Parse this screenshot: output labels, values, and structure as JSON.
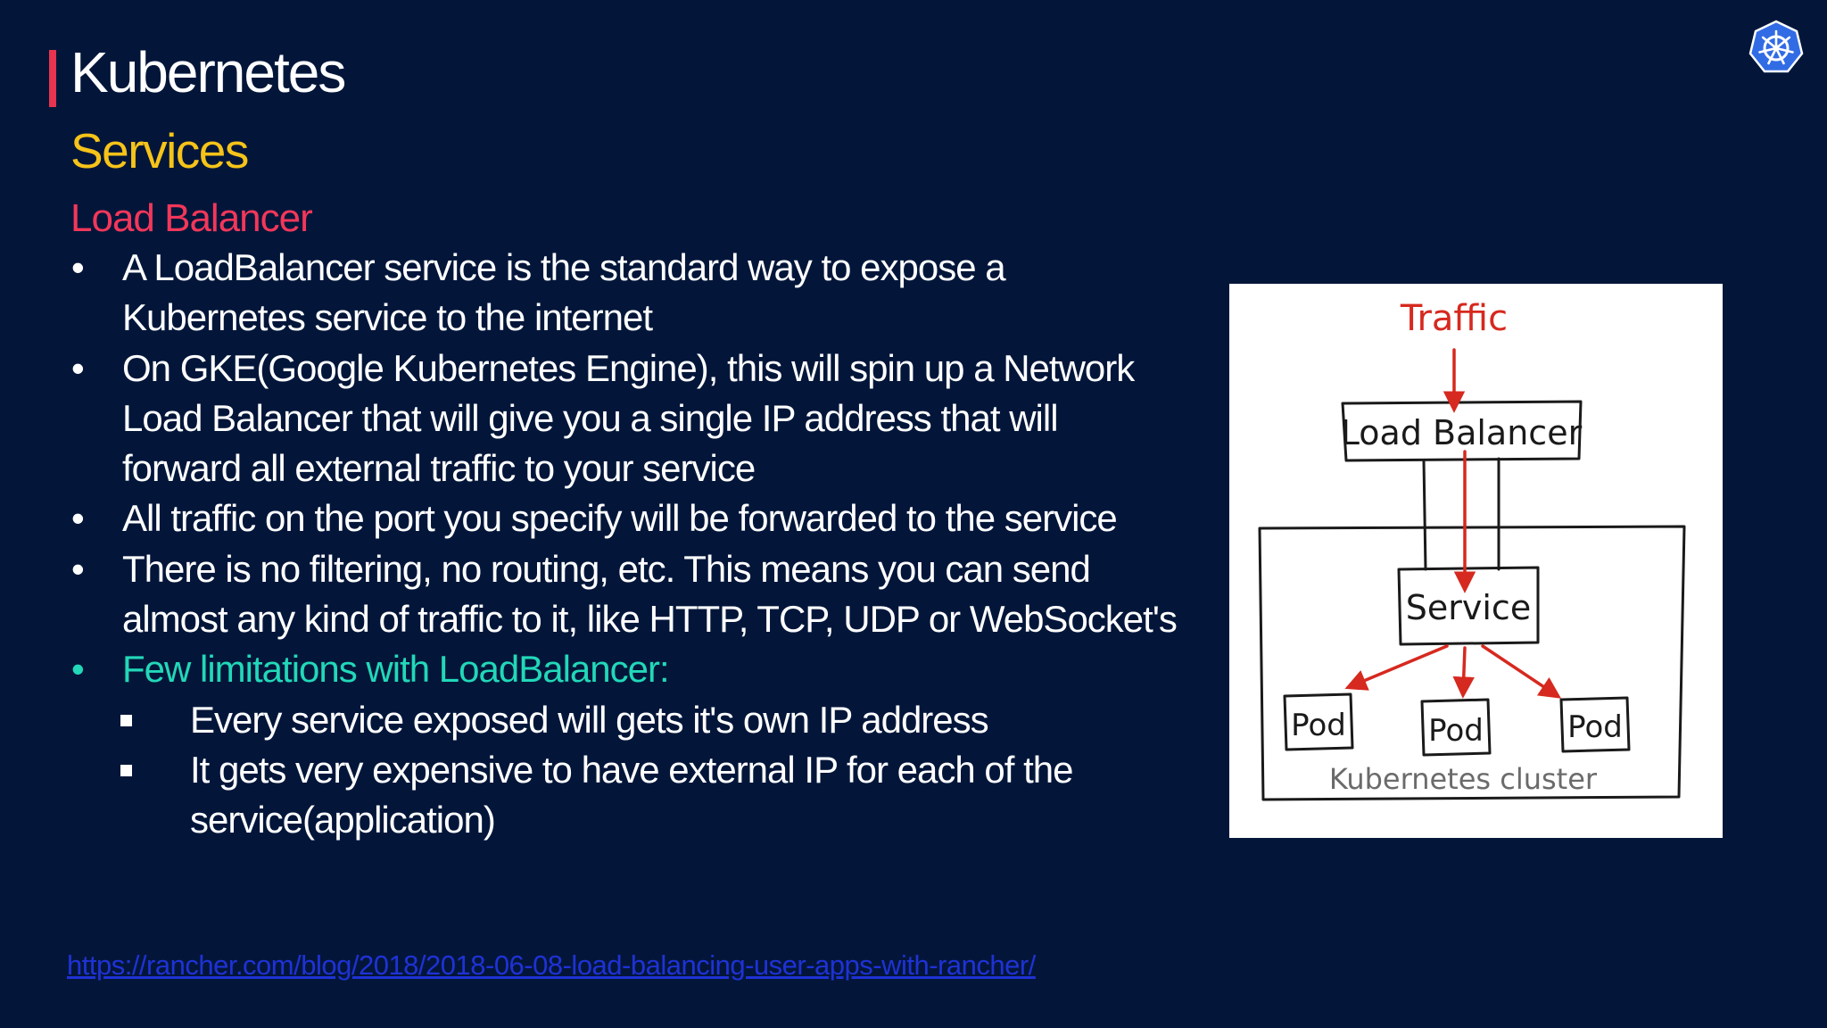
{
  "header": {
    "title": "Kubernetes",
    "subtitle": "Services",
    "section": "Load Balancer",
    "logo_icon": "kubernetes-helm-icon",
    "accent_color": "#e8344e"
  },
  "bullets": [
    {
      "text": "A LoadBalancer service is the standard way to expose a Kubernetes service to the internet"
    },
    {
      "text": "On GKE(Google Kubernetes Engine), this will spin up a Network Load Balancer that will give you a single IP address that will forward all external traffic to your service"
    },
    {
      "text": "All traffic on the port you specify will be forwarded to the service"
    },
    {
      "text": "There is no filtering, no routing, etc. This means you can send almost any kind of traffic to it, like HTTP, TCP, UDP or WebSocket's"
    },
    {
      "text": "Few limitations with LoadBalancer:",
      "sub": [
        "Every service exposed will gets it's own IP address",
        "It gets very expensive to have external IP for each of the service(application)"
      ]
    }
  ],
  "link": {
    "text": "https://rancher.com/blog/2018/2018-06-08-load-balancing-user-apps-with-rancher/"
  },
  "diagram": {
    "traffic": "Traffic",
    "load_balancer": "Load Balancer",
    "service": "Service",
    "pod1": "Pod",
    "pod2": "Pod",
    "pod3": "Pod",
    "cluster": "Kubernetes cluster"
  }
}
